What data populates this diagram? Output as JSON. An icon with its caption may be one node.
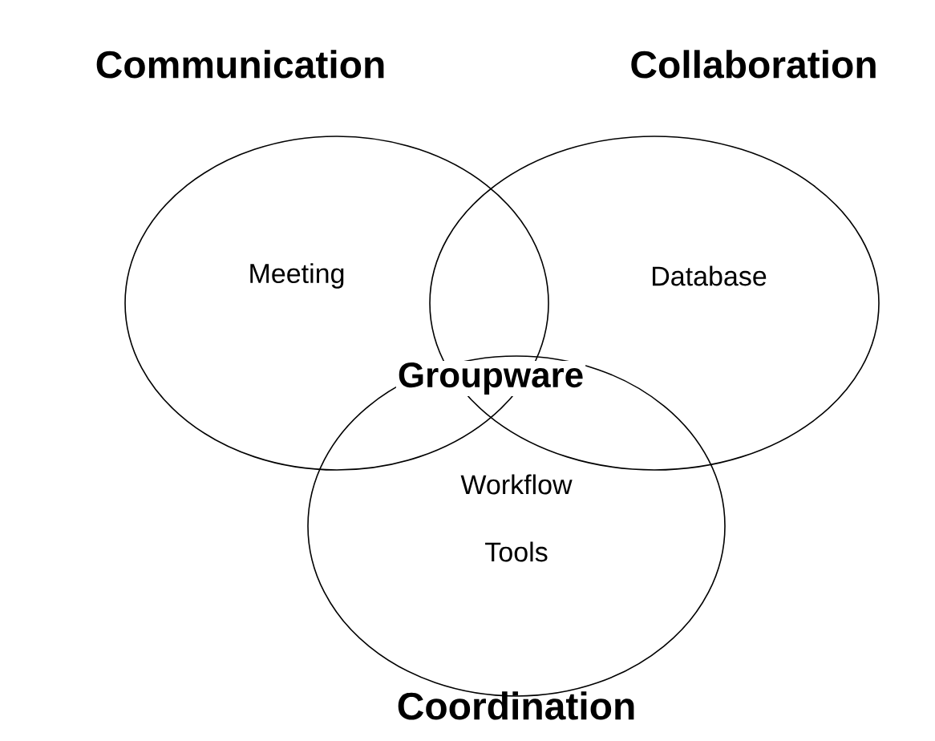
{
  "diagram": {
    "nodes": [
      {
        "text": [
          "Communication",
          "Meeting"
        ]
      },
      {
        "text": [
          "Collaboration",
          "Database"
        ]
      },
      {
        "text": [
          "Workflow Tools",
          "Coordination"
        ]
      }
    ],
    "labels": [
      "Groupware"
    ]
  }
}
